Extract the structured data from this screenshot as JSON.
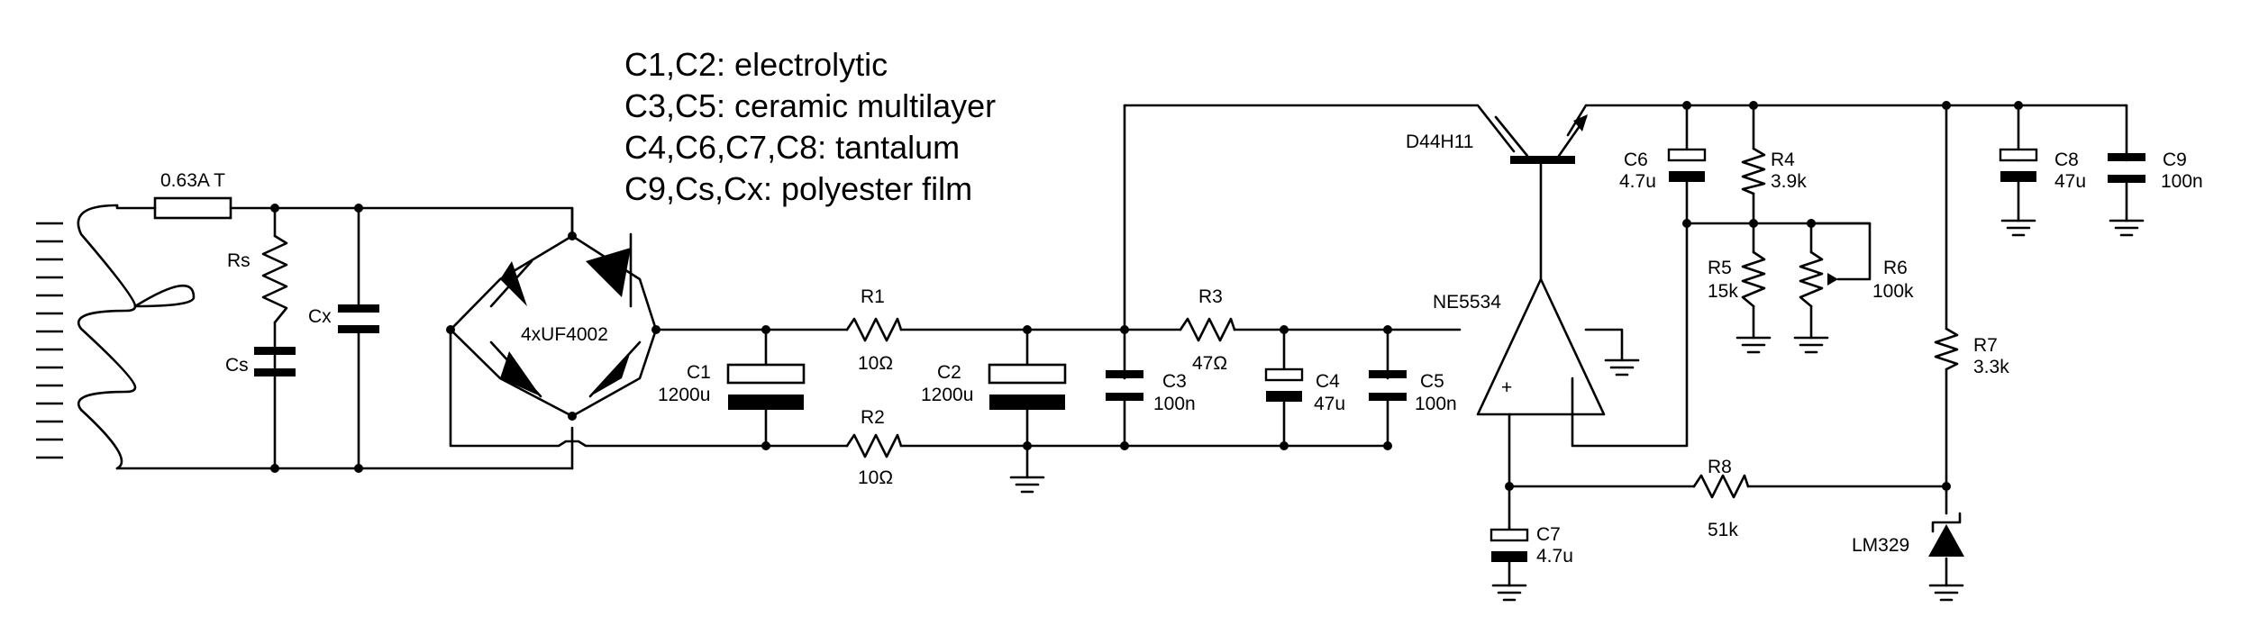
{
  "notes": [
    "C1,C2: electrolytic",
    "C3,C5: ceramic multilayer",
    "C4,C6,C7,C8: tantalum",
    "C9,Cs,Cx: polyester film"
  ],
  "labels": {
    "fuse": "0.63A T",
    "rs": "Rs",
    "cs": "Cs",
    "cx": "Cx",
    "bridge": "4xUF4002",
    "c1_name": "C1",
    "c1_value": "1200u",
    "r1_name": "R1",
    "r1_value": "10Ω",
    "r2_name": "R2",
    "r2_value": "10Ω",
    "c2_name": "C2",
    "c2_value": "1200u",
    "c3_name": "C3",
    "c3_value": "100n",
    "r3_name": "R3",
    "r3_value": "47Ω",
    "c4_name": "C4",
    "c4_value": "47u",
    "c5_name": "C5",
    "c5_value": "100n",
    "transistor": "D44H11",
    "opamp": "NE5534",
    "opamp_plus": "+",
    "opamp_minus": "I",
    "c6_name": "C6",
    "c6_value": "4.7u",
    "r4_name": "R4",
    "r4_value": "3.9k",
    "r5_name": "R5",
    "r5_value": "15k",
    "r6_name": "R6",
    "r6_value": "100k",
    "c8_name": "C8",
    "c8_value": "47u",
    "c9_name": "C9",
    "c9_value": "100n",
    "r7_name": "R7",
    "r7_value": "3.3k",
    "r8_name": "R8",
    "r8_value": "51k",
    "c7_name": "C7",
    "c7_value": "4.7u",
    "zener": "LM329"
  }
}
